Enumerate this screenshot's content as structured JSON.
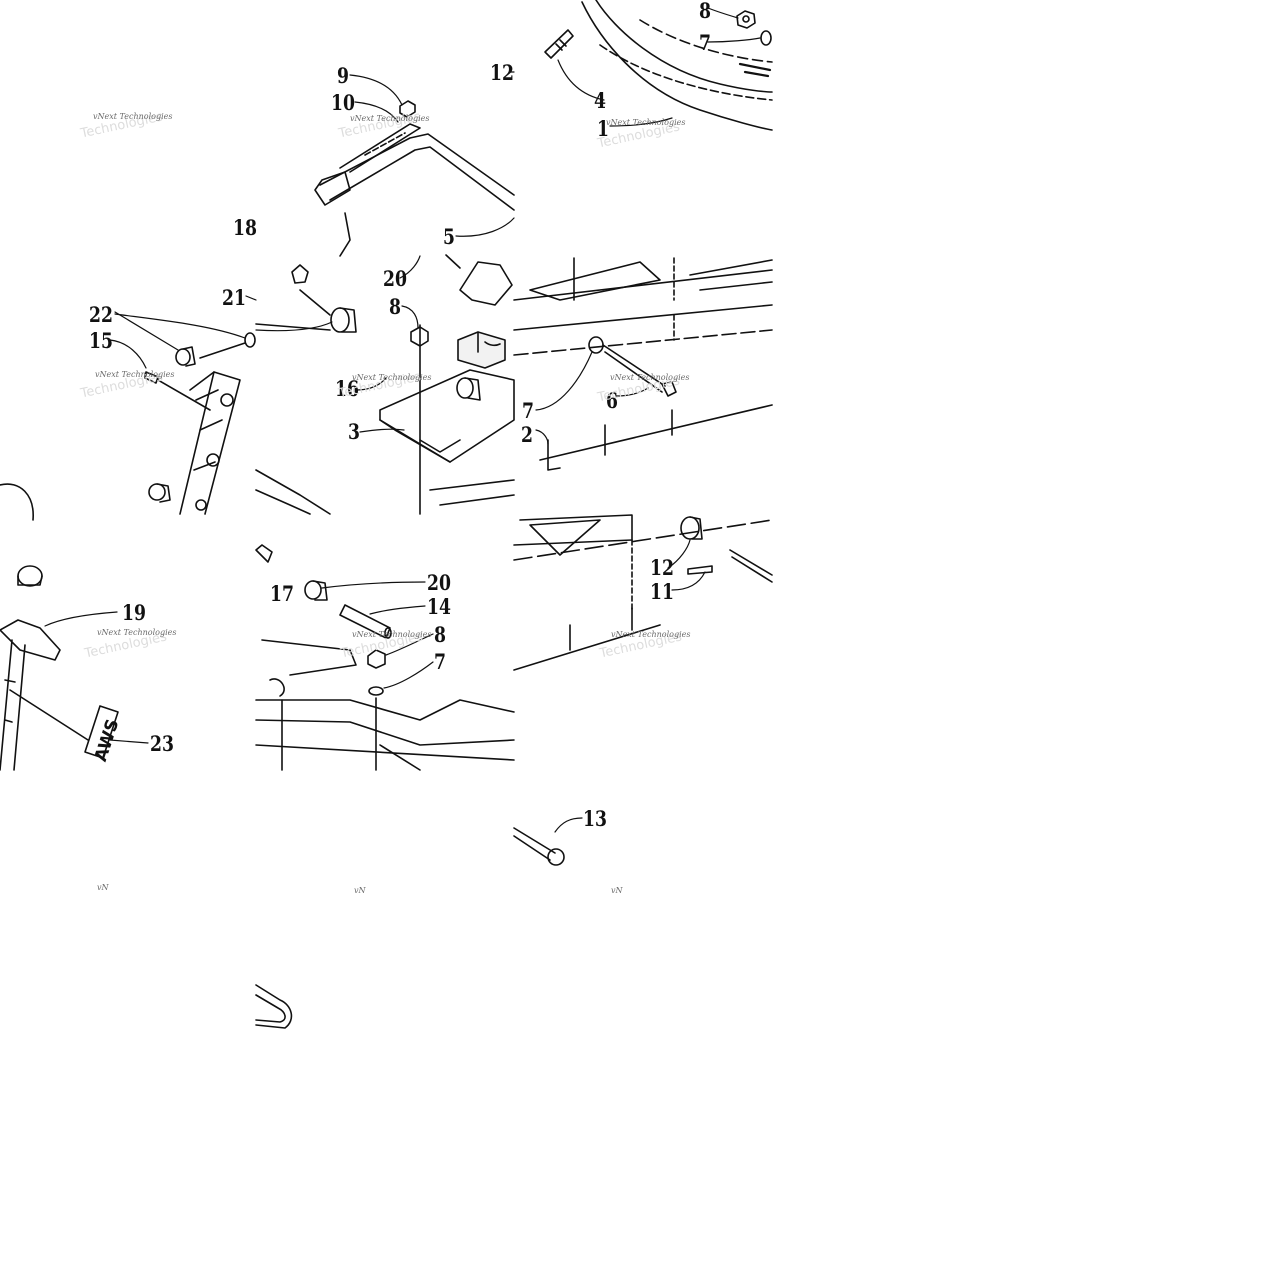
{
  "watermark": {
    "brand": "vNext Technologies",
    "fragment": "vN",
    "ghost": "Technologies"
  },
  "callouts": {
    "c1": "1",
    "c2": "2",
    "c3": "3",
    "c4": "4",
    "c5": "5",
    "c6": "6",
    "c7a": "7",
    "c7b": "7",
    "c7c": "7",
    "c8a": "8",
    "c8b": "8",
    "c8c": "8",
    "c9": "9",
    "c10": "10",
    "c11": "11",
    "c12a": "12",
    "c12b": "12",
    "c13": "13",
    "c14": "14",
    "c15": "15",
    "c16": "16",
    "c17": "17",
    "c18": "18",
    "c19": "19",
    "c20a": "20",
    "c20b": "20",
    "c21": "21",
    "c22": "22",
    "c23": "23"
  },
  "badge": {
    "text": "AWS"
  },
  "colors": {
    "ink": "#111111",
    "watermark": "#6b6b6b",
    "watermark_ghost": "#dddddd",
    "background": "#ffffff"
  }
}
